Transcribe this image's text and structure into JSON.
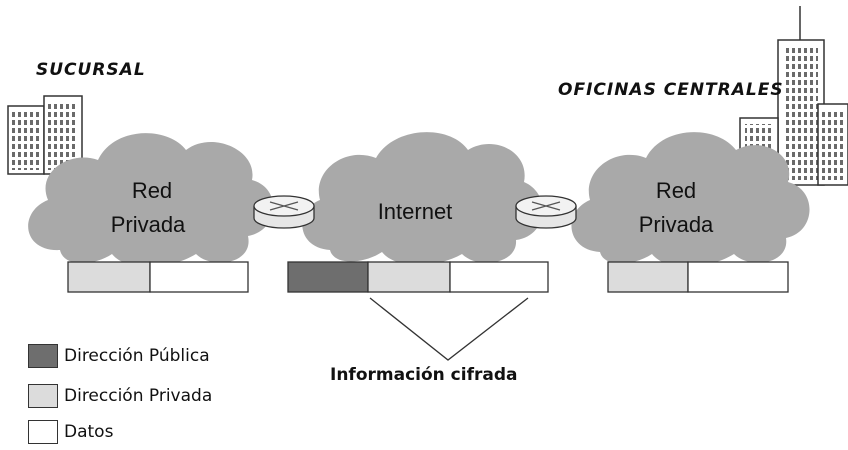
{
  "sites": {
    "branch_label": "SUCURSAL",
    "hq_label": "OFICINAS CENTRALES"
  },
  "clouds": {
    "left": [
      "Red",
      "Privada"
    ],
    "center": [
      "Internet"
    ],
    "right": [
      "Red",
      "Privada"
    ]
  },
  "legend": [
    {
      "label": "Dirección Pública",
      "color": "#6e6e6e"
    },
    {
      "label": "Dirección Privada",
      "color": "#dcdcdc"
    },
    {
      "label": "Datos",
      "color": "#ffffff"
    }
  ],
  "caption": "Información cifrada",
  "colors": {
    "cloud": "#a9a9a9",
    "public_address": "#6e6e6e",
    "private_address": "#dcdcdc",
    "data": "#ffffff"
  },
  "icons": [
    "building-icon",
    "router-icon"
  ]
}
